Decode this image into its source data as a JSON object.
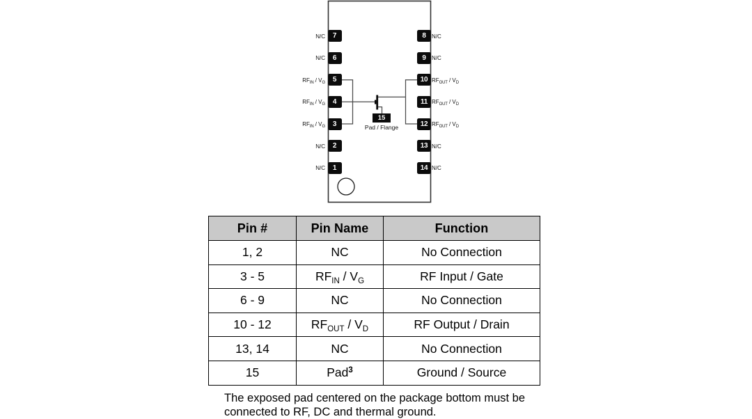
{
  "diagram": {
    "title": "package-pinout",
    "pad": {
      "num": "15",
      "label": "Pad / Flange"
    },
    "left_pins": [
      {
        "num": "7",
        "label": [
          {
            "t": "N/C"
          }
        ]
      },
      {
        "num": "6",
        "label": [
          {
            "t": "N/C"
          }
        ]
      },
      {
        "num": "5",
        "label": [
          {
            "t": "RF"
          },
          {
            "t": "IN",
            "s": "sub"
          },
          {
            "t": " / V"
          },
          {
            "t": "G",
            "s": "sub"
          }
        ]
      },
      {
        "num": "4",
        "label": [
          {
            "t": "RF"
          },
          {
            "t": "IN",
            "s": "sub"
          },
          {
            "t": " / V"
          },
          {
            "t": "G",
            "s": "sub"
          }
        ]
      },
      {
        "num": "3",
        "label": [
          {
            "t": "RF"
          },
          {
            "t": "IN",
            "s": "sub"
          },
          {
            "t": " / V"
          },
          {
            "t": "G",
            "s": "sub"
          }
        ]
      },
      {
        "num": "2",
        "label": [
          {
            "t": "N/C"
          }
        ]
      },
      {
        "num": "1",
        "label": [
          {
            "t": "N/C"
          }
        ]
      }
    ],
    "right_pins": [
      {
        "num": "8",
        "label": [
          {
            "t": "N/C"
          }
        ]
      },
      {
        "num": "9",
        "label": [
          {
            "t": "N/C"
          }
        ]
      },
      {
        "num": "10",
        "label": [
          {
            "t": "RF"
          },
          {
            "t": "OUT",
            "s": "sub"
          },
          {
            "t": " / V"
          },
          {
            "t": "D",
            "s": "sub"
          }
        ]
      },
      {
        "num": "11",
        "label": [
          {
            "t": "RF"
          },
          {
            "t": "OUT",
            "s": "sub"
          },
          {
            "t": " / V"
          },
          {
            "t": "D",
            "s": "sub"
          }
        ]
      },
      {
        "num": "12",
        "label": [
          {
            "t": "RF"
          },
          {
            "t": "OUT",
            "s": "sub"
          },
          {
            "t": " / V"
          },
          {
            "t": "D",
            "s": "sub"
          }
        ]
      },
      {
        "num": "13",
        "label": [
          {
            "t": "N/C"
          }
        ]
      },
      {
        "num": "14",
        "label": [
          {
            "t": "N/C"
          }
        ]
      }
    ]
  },
  "table": {
    "headers": [
      "Pin #",
      "Pin Name",
      "Function"
    ],
    "rows": [
      {
        "pin": "1, 2",
        "name": [
          {
            "t": "NC"
          }
        ],
        "fn": "No Connection"
      },
      {
        "pin": "3 - 5",
        "name": [
          {
            "t": "RF"
          },
          {
            "t": "IN",
            "s": "sub"
          },
          {
            "t": " / V"
          },
          {
            "t": "G",
            "s": "sub"
          }
        ],
        "fn": "RF Input / Gate"
      },
      {
        "pin": "6 - 9",
        "name": [
          {
            "t": "NC"
          }
        ],
        "fn": "No Connection"
      },
      {
        "pin": "10 - 12",
        "name": [
          {
            "t": "RF"
          },
          {
            "t": "OUT",
            "s": "sub"
          },
          {
            "t": " / V"
          },
          {
            "t": "D",
            "s": "sub"
          }
        ],
        "fn": "RF Output / Drain"
      },
      {
        "pin": "13, 14",
        "name": [
          {
            "t": "NC"
          }
        ],
        "fn": "No Connection"
      },
      {
        "pin": "15",
        "name": [
          {
            "t": "Pad"
          },
          {
            "t": "3",
            "s": "sup"
          }
        ],
        "fn": "Ground / Source"
      }
    ]
  },
  "note": {
    "text": "The exposed pad centered on the package bottom must be\nconnected to RF, DC and thermal ground."
  },
  "colors": {
    "pin_fill": "#0b0b0b",
    "header_fill": "#c4c4c4",
    "wire": "#4a4a4a",
    "outline": "#333333"
  }
}
